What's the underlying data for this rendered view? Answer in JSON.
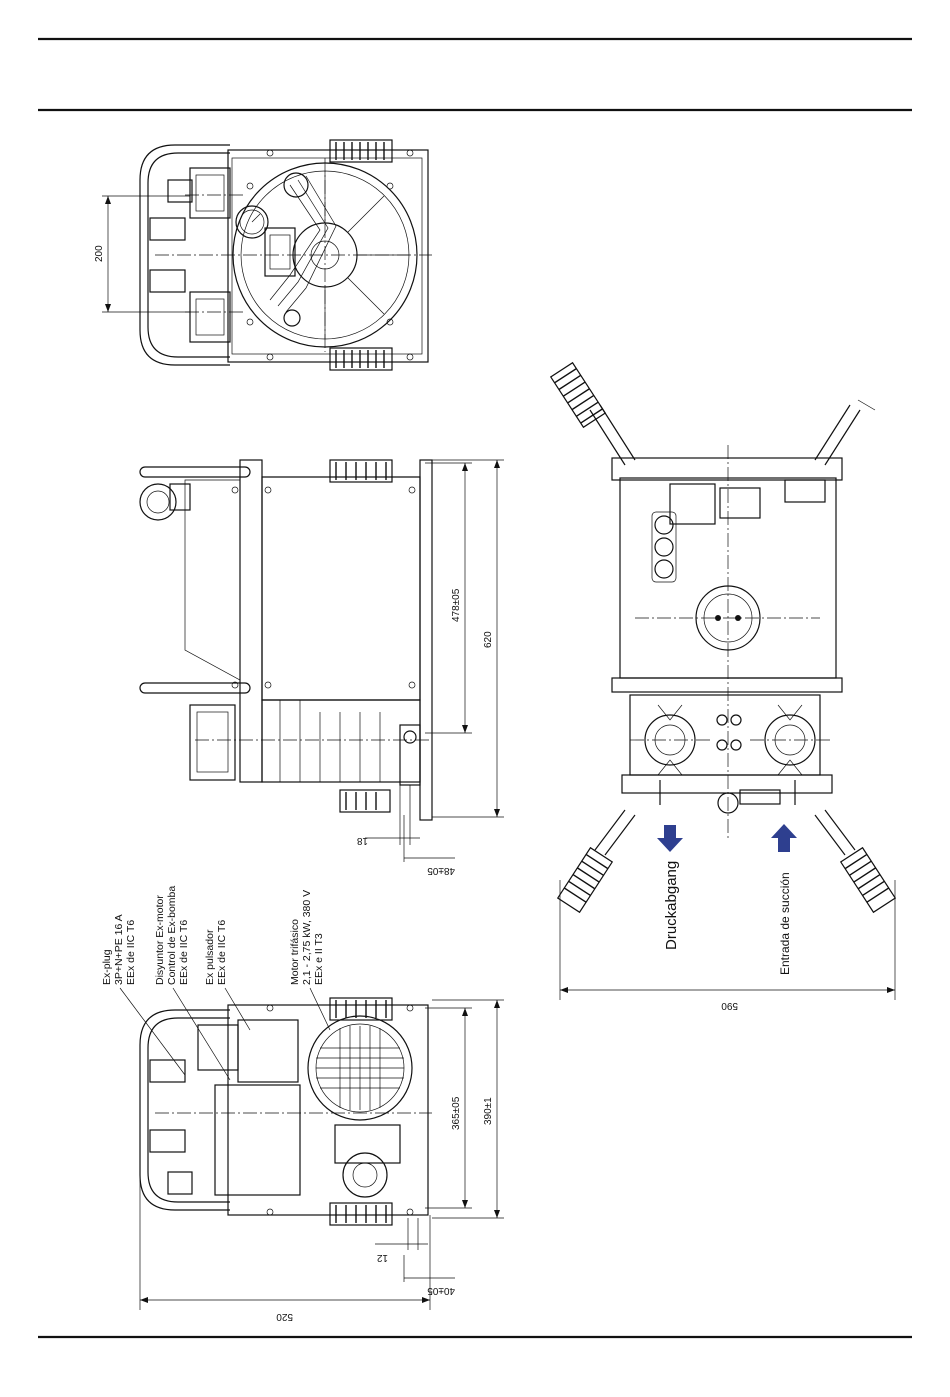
{
  "dimensions": {
    "top_view_width": "200",
    "side_length_inner": "478±05",
    "side_length_total": "620",
    "side_offset": "18",
    "side_foot": "48±05",
    "bottom_inner": "365±05",
    "bottom_total": "390±1",
    "bottom_offset": "12",
    "bottom_foot": "40±05",
    "bottom_width": "520",
    "front_width": "590"
  },
  "callouts": {
    "plug_line1": "Ex-plug",
    "plug_line2": "3P+N+PE 16 A",
    "plug_line3": "EEx de IIC T6",
    "breaker_line1": "Disyuntor Ex-motor",
    "breaker_line2": "Control de Ex-bomba",
    "breaker_line3": "EEx de IIC T6",
    "pulser_line1": "Ex pulsador",
    "pulser_line2": "EEx de IIC T6",
    "motor_line1": "Motor trifásico",
    "motor_line2": "2,1 - 2,75 kW, 380 V",
    "motor_line3": "EEx e II T3"
  },
  "flow_labels": {
    "outlet": "Druckabgang",
    "inlet": "Entrada de succión"
  },
  "colors": {
    "arrow": "#2e3f8f",
    "line": "#111111"
  }
}
